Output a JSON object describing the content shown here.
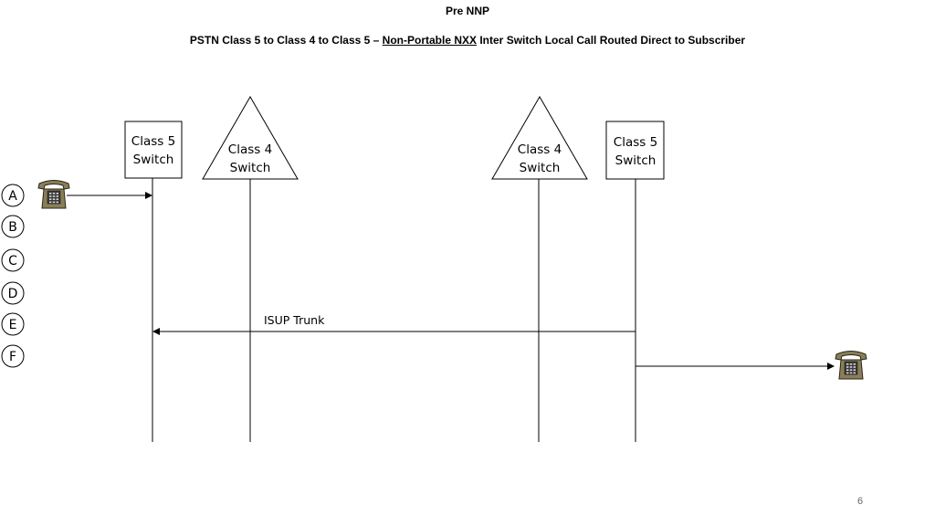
{
  "title": "Pre NNP",
  "subtitle": {
    "prefix": "PSTN Class 5 to Class 4 to Class 5 – ",
    "underlined": "Non-Portable NXX",
    "suffix": " Inter Switch Local Call Routed Direct to Subscriber"
  },
  "switches": [
    {
      "label_line1": "Class 5",
      "label_line2": "Switch",
      "shape": "box"
    },
    {
      "label_line1": "Class 4",
      "label_line2": "Switch",
      "shape": "triangle"
    },
    {
      "label_line1": "Class 4",
      "label_line2": "Switch",
      "shape": "triangle"
    },
    {
      "label_line1": "Class 5",
      "label_line2": "Switch",
      "shape": "box"
    }
  ],
  "steps": [
    "A",
    "B",
    "C",
    "D",
    "E",
    "F"
  ],
  "trunk_label": "ISUP Trunk",
  "icons": [
    "telephone-icon",
    "telephone-icon"
  ],
  "page_number": "6"
}
